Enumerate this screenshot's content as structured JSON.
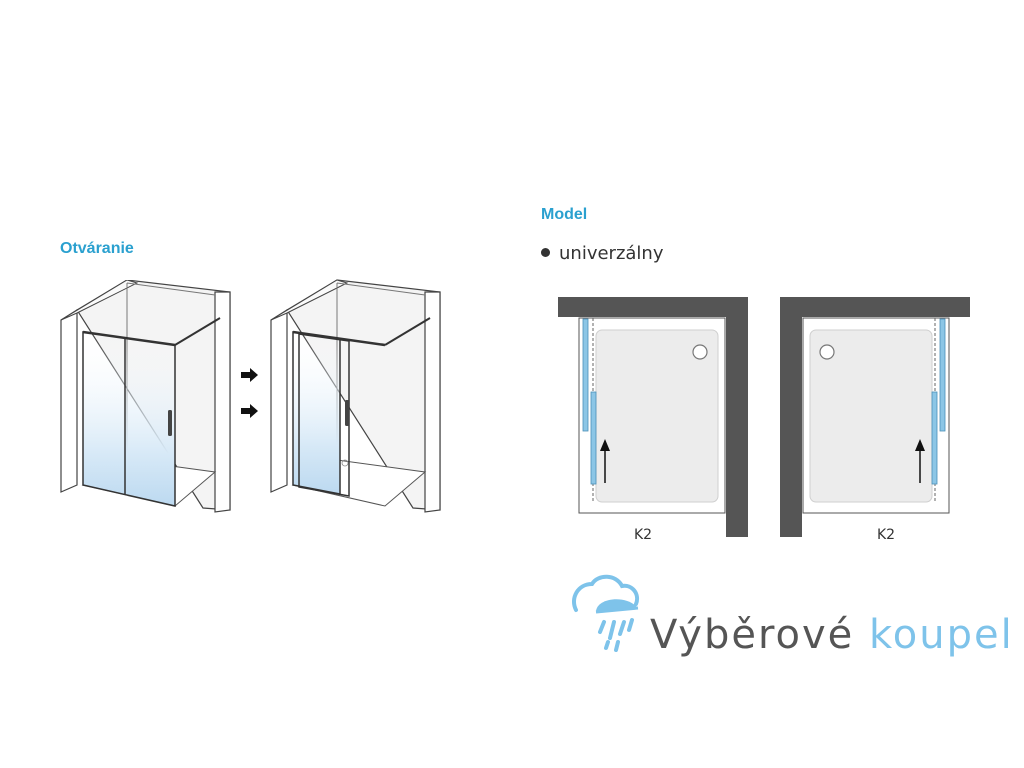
{
  "opening": {
    "heading": "Otváranie"
  },
  "model": {
    "heading": "Model",
    "option": "univerzálny"
  },
  "plans": [
    {
      "label": "K2"
    },
    {
      "label": "K2"
    }
  ],
  "brand": {
    "word1": "Výběrové",
    "word2": "koupel"
  },
  "colors": {
    "accent": "#2aa0cf",
    "wall": "#555555",
    "glass": "#8cc6e6",
    "logo_dark": "#555555",
    "logo_light": "#7ec3ea"
  }
}
